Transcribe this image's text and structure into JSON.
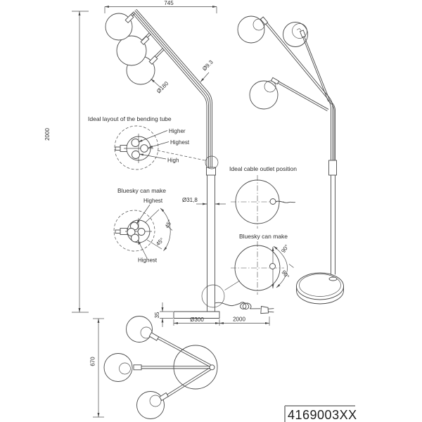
{
  "dims": {
    "top_width": "745",
    "total_height": "2000",
    "globe_dia": "Ø180",
    "tube_dia": "Ø9.3",
    "pole_dia": "Ø31,8",
    "base_h": "35",
    "base_dia": "Ø300",
    "cable_len": "2000",
    "span": "670"
  },
  "notes": {
    "bend_ideal_title": "Ideal layout of the bending tube",
    "bend_higher": "Higher",
    "bend_highest": "Highest",
    "bend_high": "High",
    "make_title_bend": "Bluesky can make",
    "make_highest_top": "Highest",
    "make_highest_bottom": "Highest",
    "angle_45_a": "45°",
    "angle_45_b": "45°",
    "outlet_title": "Ideal cable outlet position",
    "make_title_outlet": "Bluesky can make",
    "angle_90_a": "90°",
    "angle_90_b": "90°"
  },
  "title_block": {
    "part_number": "4169003XX"
  }
}
